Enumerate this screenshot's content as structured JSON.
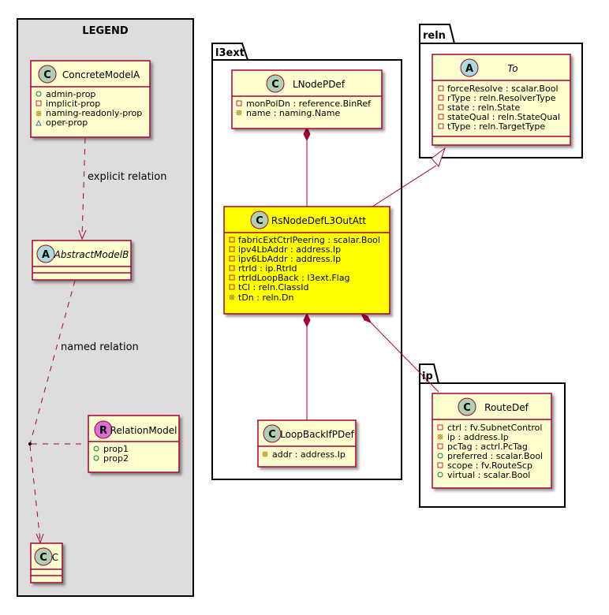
{
  "legend": {
    "title": "LEGEND",
    "concrete": {
      "stereo": "C",
      "name": "ConcreteModelA",
      "props": [
        {
          "vis": "+",
          "text": "admin-prop"
        },
        {
          "vis": "-",
          "text": "implicit-prop"
        },
        {
          "vis": "#",
          "text": "naming-readonly-prop"
        },
        {
          "vis": "~",
          "text": "oper-prop"
        }
      ]
    },
    "explicit_label": "explicit relation",
    "abstract": {
      "stereo": "A",
      "name": "AbstractModelB"
    },
    "named_label": "named relation",
    "relation_model": {
      "stereo": "R",
      "name": "RelationModel",
      "props": [
        {
          "vis": "+",
          "text": "prop1"
        },
        {
          "vis": "+",
          "text": "prop2"
        }
      ]
    },
    "c_class": {
      "stereo": "C",
      "name": "C"
    }
  },
  "packages": {
    "l3ext": "l3ext",
    "reln": "reln",
    "ip": "ip"
  },
  "classes": {
    "lnodepdef": {
      "stereo": "C",
      "name": "LNodePDef",
      "attrs": [
        {
          "vis": "-",
          "text": "monPolDn : reference.BinRef"
        },
        {
          "vis": "#",
          "text": "name : naming.Name"
        }
      ]
    },
    "rsnodedef": {
      "stereo": "C",
      "name": "RsNodeDefL3OutAtt",
      "attrs": [
        {
          "vis": "-",
          "text": "fabricExtCtrlPeering : scalar.Bool"
        },
        {
          "vis": "-",
          "text": "ipv4LbAddr : address.Ip"
        },
        {
          "vis": "-",
          "text": "ipv6LbAddr : address.Ip"
        },
        {
          "vis": "-",
          "text": "rtrId : ip.RtrId"
        },
        {
          "vis": "-",
          "text": "rtrIdLoopBack : l3ext.Flag"
        },
        {
          "vis": "-",
          "text": "tCl : reln.ClassId"
        },
        {
          "vis": "#",
          "text": "tDn : reln.Dn"
        }
      ]
    },
    "loopback": {
      "stereo": "C",
      "name": "LoopBackIfPDef",
      "attrs": [
        {
          "vis": "#",
          "text": "addr : address.Ip"
        }
      ]
    },
    "to": {
      "stereo": "A",
      "name": "To",
      "attrs": [
        {
          "vis": "-",
          "text": "forceResolve : scalar.Bool"
        },
        {
          "vis": "-",
          "text": "rType : reln.ResolverType"
        },
        {
          "vis": "-",
          "text": "state : reln.State"
        },
        {
          "vis": "-",
          "text": "stateQual : reln.StateQual"
        },
        {
          "vis": "-",
          "text": "tType : reln.TargetType"
        }
      ]
    },
    "routedef": {
      "stereo": "C",
      "name": "RouteDef",
      "attrs": [
        {
          "vis": "-",
          "text": "ctrl : fv.SubnetControl"
        },
        {
          "vis": "#",
          "text": "ip : address.Ip"
        },
        {
          "vis": "-",
          "text": "pcTag : actrl.PcTag"
        },
        {
          "vis": "+",
          "text": "preferred : scalar.Bool"
        },
        {
          "vis": "-",
          "text": "scope : fv.RouteScp"
        },
        {
          "vis": "+",
          "text": "virtual : scalar.Bool"
        }
      ]
    }
  },
  "colors": {
    "class_fill": "#FEFECE",
    "highlight_fill": "#FFFF00",
    "border": "#A80036",
    "stereo_C": "#ADD1B2",
    "stereo_A": "#A9DCDF",
    "stereo_R": "#DA70D6",
    "legend_bg": "#DDDDDD"
  }
}
